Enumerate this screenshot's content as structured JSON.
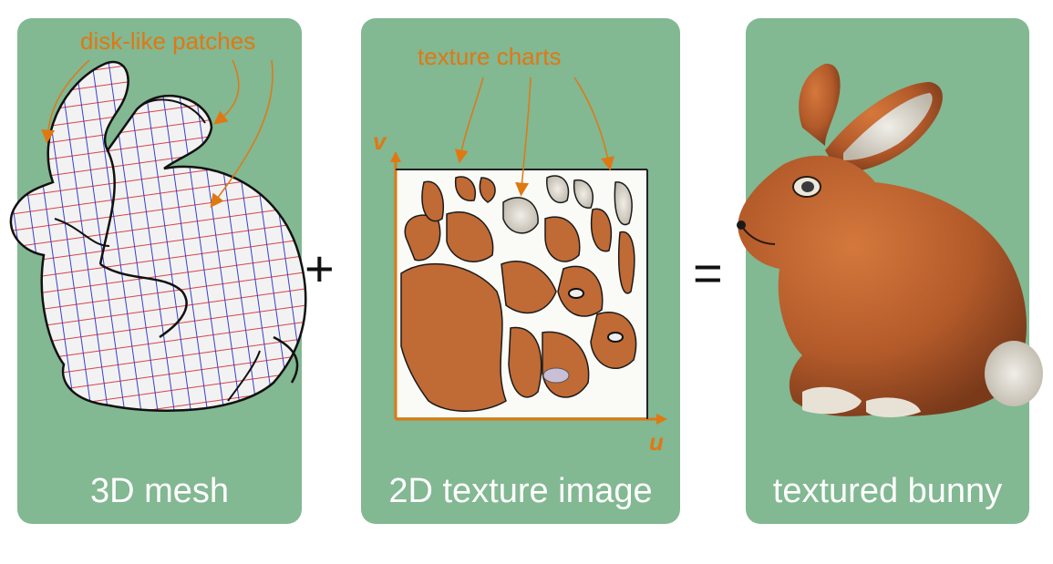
{
  "panels": {
    "mesh_caption": "3D mesh",
    "texture_caption": "2D texture image",
    "result_caption": "textured bunny"
  },
  "operators": {
    "plus": "+",
    "equals": "="
  },
  "annotations": {
    "patches_label": "disk-like patches",
    "charts_label": "texture charts"
  },
  "axes": {
    "u_label": "u",
    "v_label": "v"
  },
  "colors": {
    "panel": "#82b892",
    "annotation": "#e07812",
    "grid_red": "#d8424a",
    "grid_blue": "#3a3ec8",
    "fur": "#b8612f"
  }
}
